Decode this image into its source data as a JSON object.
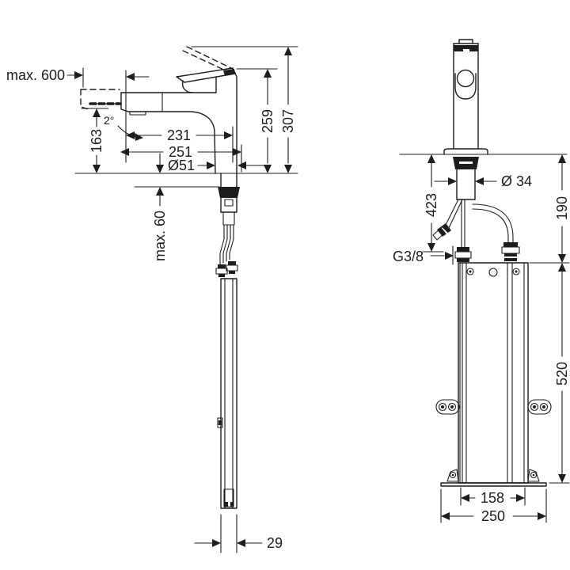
{
  "colors": {
    "line": "#1d1d1b",
    "background": "#ffffff"
  },
  "left_view": {
    "max_pull_out": "max. 600",
    "height_163": "163",
    "angle": "2°",
    "proj_231": "231",
    "proj_251": "251",
    "base_dia": "Ø51",
    "height_259": "259",
    "height_307": "307",
    "max_thickness": "max. 60",
    "guide_width": "29"
  },
  "right_view": {
    "shank_dia": "Ø 34",
    "len_423": "423",
    "depth_190": "190",
    "thread": "G3/8",
    "box_height": "520",
    "box_width": "158",
    "plate_width": "250"
  }
}
